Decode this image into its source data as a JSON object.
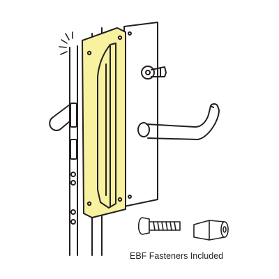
{
  "caption": "EBF Fasteners Included",
  "colors": {
    "guard_fill": "#f7f1a0",
    "line": "#231f20",
    "background": "#ffffff"
  },
  "parts": [
    "door-edge",
    "latch-guard-plate",
    "lever-trim-plate",
    "key-cylinder",
    "lever-handle",
    "fastener-bolt",
    "fastener-sleeve-nut"
  ]
}
